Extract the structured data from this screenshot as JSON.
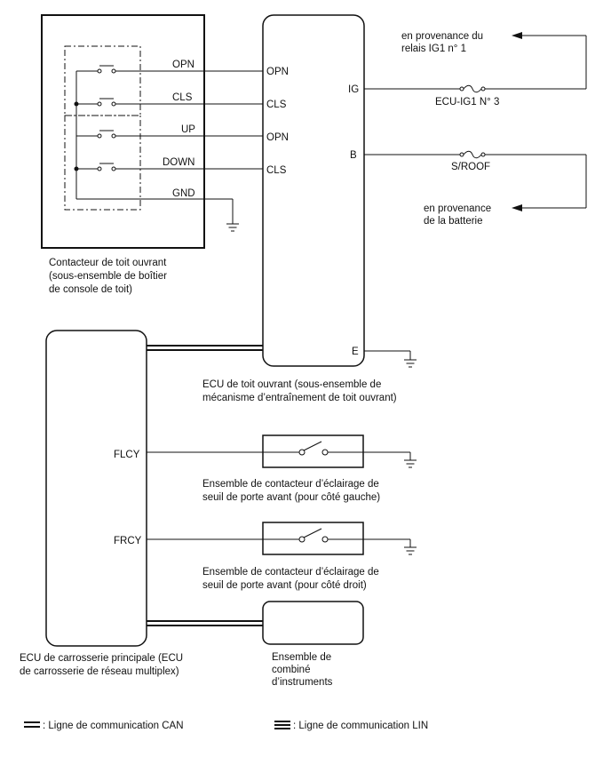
{
  "roof_switch": {
    "wires": {
      "opn": "OPN",
      "cls": "CLS",
      "up": "UP",
      "down": "DOWN",
      "gnd": "GND"
    },
    "caption": [
      "Contacteur de toit ouvrant",
      "(sous-ensemble de boîtier",
      "de console de toit)"
    ]
  },
  "roof_ecu": {
    "left_pins": {
      "p1": "OPN",
      "p2": "CLS",
      "p3": "OPN",
      "p4": "CLS"
    },
    "right_pins": {
      "ig": "IG",
      "b": "B",
      "e": "E"
    },
    "caption": [
      "ECU de toit ouvrant (sous-ensemble de",
      "mécanisme d’entraînement de toit ouvrant)"
    ]
  },
  "power": {
    "relay_ig1": [
      "en provenance du",
      "relais IG1 n° 1"
    ],
    "fuse_ig1": "ECU-IG1 N° 3",
    "fuse_sroof": "S/ROOF",
    "battery": [
      "en provenance",
      "de la batterie"
    ]
  },
  "body_ecu": {
    "pins": {
      "flcy": "FLCY",
      "frcy": "FRCY"
    },
    "caption": [
      "ECU de carrosserie principale (ECU",
      "de carrosserie de réseau multiplex)"
    ]
  },
  "door_switch_left": {
    "caption": [
      "Ensemble de contacteur d’éclairage de",
      "seuil de porte avant (pour côté gauche)"
    ]
  },
  "door_switch_right": {
    "caption": [
      "Ensemble de contacteur d’éclairage de",
      "seuil de porte avant (pour côté droit)"
    ]
  },
  "instrument_cluster": {
    "caption": [
      "Ensemble de",
      "combiné",
      "d’instruments"
    ]
  },
  "legend": {
    "can": ": Ligne de communication CAN",
    "lin": ": Ligne de communication LIN"
  }
}
